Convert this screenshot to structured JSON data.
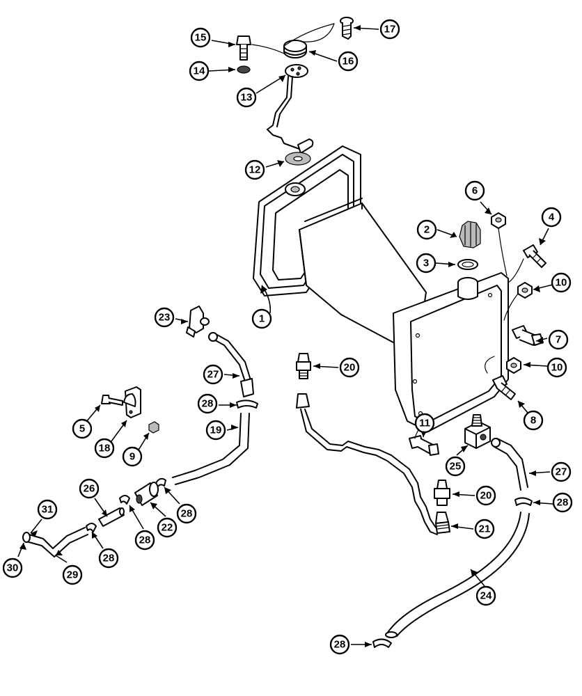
{
  "callouts": [
    {
      "id": "c1",
      "num": "1"
    },
    {
      "id": "c2",
      "num": "2"
    },
    {
      "id": "c3",
      "num": "3"
    },
    {
      "id": "c4",
      "num": "4"
    },
    {
      "id": "c5",
      "num": "5"
    },
    {
      "id": "c6",
      "num": "6"
    },
    {
      "id": "c7",
      "num": "7"
    },
    {
      "id": "c8",
      "num": "8"
    },
    {
      "id": "c9",
      "num": "9"
    },
    {
      "id": "c10a",
      "num": "10"
    },
    {
      "id": "c10b",
      "num": "10"
    },
    {
      "id": "c11",
      "num": "11"
    },
    {
      "id": "c12",
      "num": "12"
    },
    {
      "id": "c13",
      "num": "13"
    },
    {
      "id": "c14",
      "num": "14"
    },
    {
      "id": "c15",
      "num": "15"
    },
    {
      "id": "c16",
      "num": "16"
    },
    {
      "id": "c17",
      "num": "17"
    },
    {
      "id": "c18",
      "num": "18"
    },
    {
      "id": "c19",
      "num": "19"
    },
    {
      "id": "c20a",
      "num": "20"
    },
    {
      "id": "c20b",
      "num": "20"
    },
    {
      "id": "c21",
      "num": "21"
    },
    {
      "id": "c22",
      "num": "22"
    },
    {
      "id": "c23",
      "num": "23"
    },
    {
      "id": "c24",
      "num": "24"
    },
    {
      "id": "c25",
      "num": "25"
    },
    {
      "id": "c26",
      "num": "26"
    },
    {
      "id": "c27a",
      "num": "27"
    },
    {
      "id": "c27b",
      "num": "27"
    },
    {
      "id": "c28a",
      "num": "28"
    },
    {
      "id": "c28b",
      "num": "28"
    },
    {
      "id": "c28c",
      "num": "28"
    },
    {
      "id": "c28d",
      "num": "28"
    },
    {
      "id": "c28e",
      "num": "28"
    },
    {
      "id": "c28f",
      "num": "28"
    },
    {
      "id": "c29",
      "num": "29"
    },
    {
      "id": "c30",
      "num": "30"
    },
    {
      "id": "c31",
      "num": "31"
    }
  ]
}
